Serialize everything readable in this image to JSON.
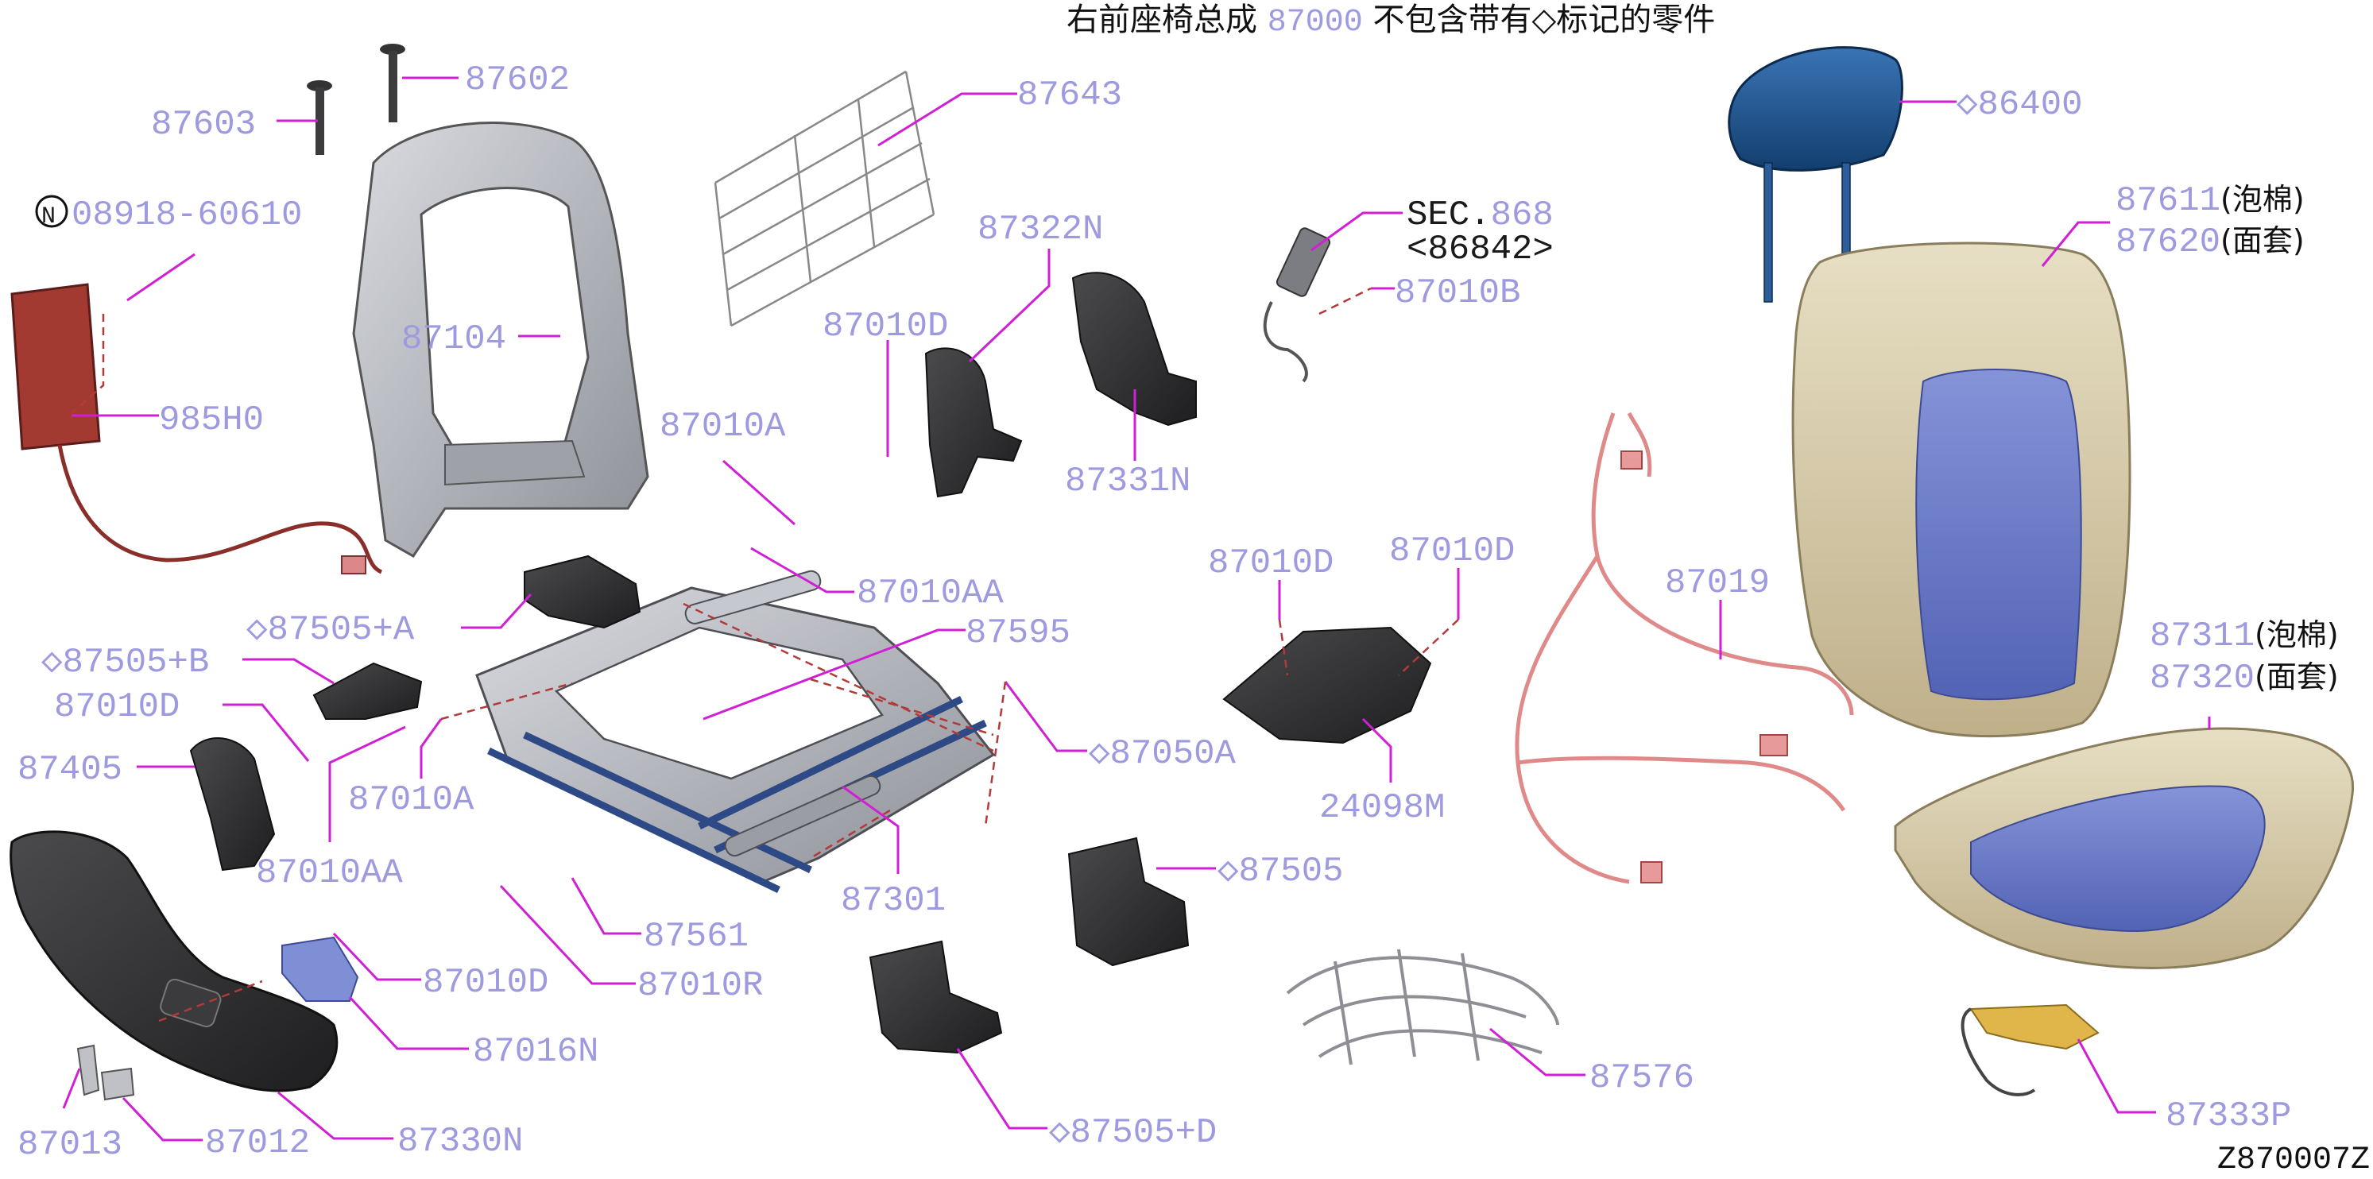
{
  "title": {
    "prefix": "右前座椅总成 ",
    "code": "87000",
    "suffix": " 不包含带有◇标记的零件"
  },
  "diagram_id": "Z870007Z",
  "colors": {
    "part_number": "#9d9adf",
    "leader_line": "#d11fd6",
    "assembly_line": "#b23a3a",
    "frame_metal": "#b9bcc2",
    "seat_foam_beige": "#d8ccaa",
    "seat_cover_blue": "#6f7dc9",
    "headrest_blue": "#1f4f86",
    "harness_pink": "#e89a9a",
    "airbag_red": "#a33a32",
    "trim_black": "#2e2e30"
  },
  "callouts": {
    "c87602": "87602",
    "c87603": "87603",
    "c08918": "08918-60610",
    "c08918_mark": "N",
    "c87104": "87104",
    "c985H0": "985H0",
    "c87643": "87643",
    "c87322N": "87322N",
    "c87010D_top": "87010D",
    "c87331N": "87331N",
    "cSEC_a": "SEC.",
    "cSEC_b": "868",
    "cSEC_c": "<86842>",
    "c87010B": "87010B",
    "c86400": "◇86400",
    "c87611": "87611",
    "c87611_cn": "(泡棉)",
    "c87620": "87620",
    "c87620_cn": "(面套)",
    "c87010A_top": "87010A",
    "c87010AA_top": "87010AA",
    "c87595": "87595",
    "c87505A": "◇87505+A",
    "c87505B": "◇87505+B",
    "c87010D_left": "87010D",
    "c87405": "87405",
    "c87010A_mid": "87010A",
    "c87010AA_low": "87010AA",
    "c87050A": "◇87050A",
    "c87010D_m1": "87010D",
    "c87010D_m2": "87010D",
    "c24098M": "24098M",
    "c87019": "87019",
    "c87311": "87311",
    "c87311_cn": "(泡棉)",
    "c87320": "87320",
    "c87320_cn": "(面套)",
    "c87301": "87301",
    "c87561": "87561",
    "c87505": "◇87505",
    "c87010R": "87010R",
    "c87010D_low": "87010D",
    "c87016N": "87016N",
    "c87576": "87576",
    "c87505D": "◇87505+D",
    "c87333P": "87333P",
    "c87013": "87013",
    "c87012": "87012",
    "c87330N": "87330N"
  }
}
